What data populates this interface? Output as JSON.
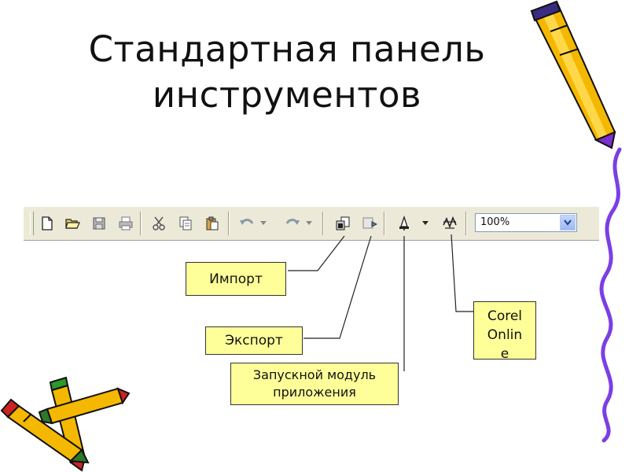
{
  "slide": {
    "title_line1": "Стандартная панель",
    "title_line2": "инструментов"
  },
  "toolbar": {
    "icons": [
      "new-icon",
      "open-icon",
      "save-icon",
      "print-icon",
      "cut-icon",
      "copy-icon",
      "paste-icon",
      "undo-icon",
      "redo-icon",
      "import-icon",
      "export-icon",
      "application-launcher-icon",
      "corel-online-icon"
    ],
    "zoom_value": "100%"
  },
  "callouts": {
    "import": "Импорт",
    "export": "Экспорт",
    "launcher": "Запускной модуль приложения",
    "corel": "Corel\nOnlin\ne"
  },
  "colors": {
    "callout_bg": "#ffff99",
    "toolbar_bg": "#ece9d8",
    "pencil_yellow": "#f5b800",
    "pencil_purple": "#7a2fd0",
    "squiggle": "#7b3fe4"
  }
}
